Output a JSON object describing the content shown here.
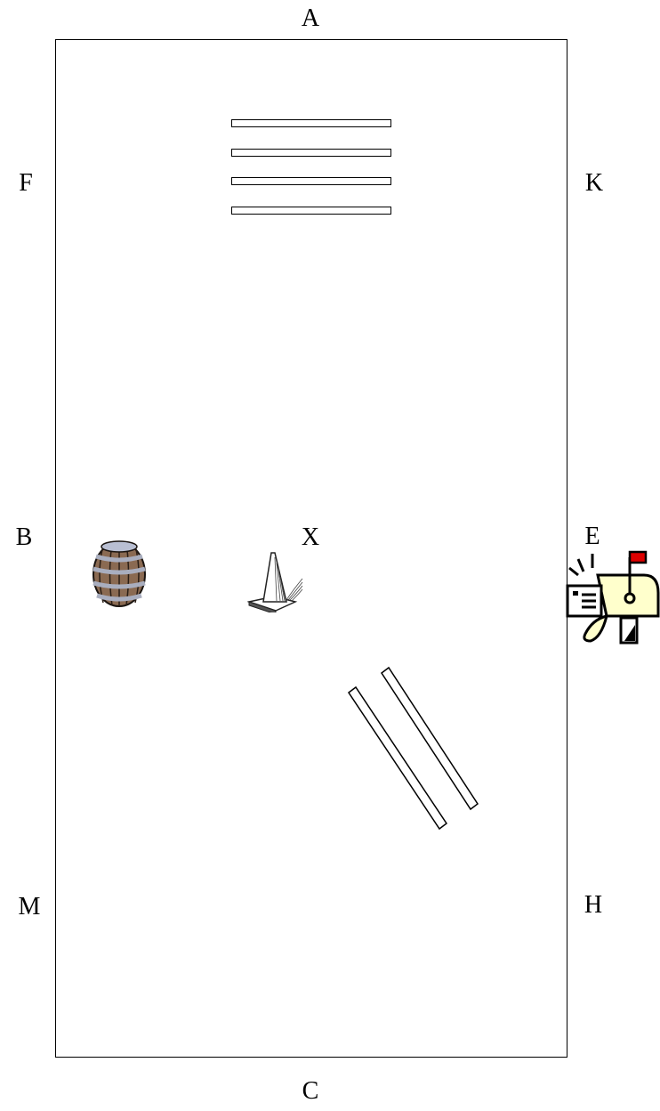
{
  "diagram": {
    "markers": {
      "A": "A",
      "K": "K",
      "E": "E",
      "H": "H",
      "C": "C",
      "M": "M",
      "B": "B",
      "F": "F",
      "X": "X"
    },
    "objects": {
      "ground_poles": 4,
      "diagonal_rails": 2,
      "barrel_icon": "barrel-icon",
      "cone_icon": "traffic-cone-icon",
      "mailbox_icon": "mailbox-icon"
    },
    "colors": {
      "line": "#000000",
      "mailbox_fill": "#ffffcc",
      "flag": "#dd0000",
      "barrel_wood": "#8a6a52",
      "barrel_hoop": "#a9aebf"
    }
  }
}
